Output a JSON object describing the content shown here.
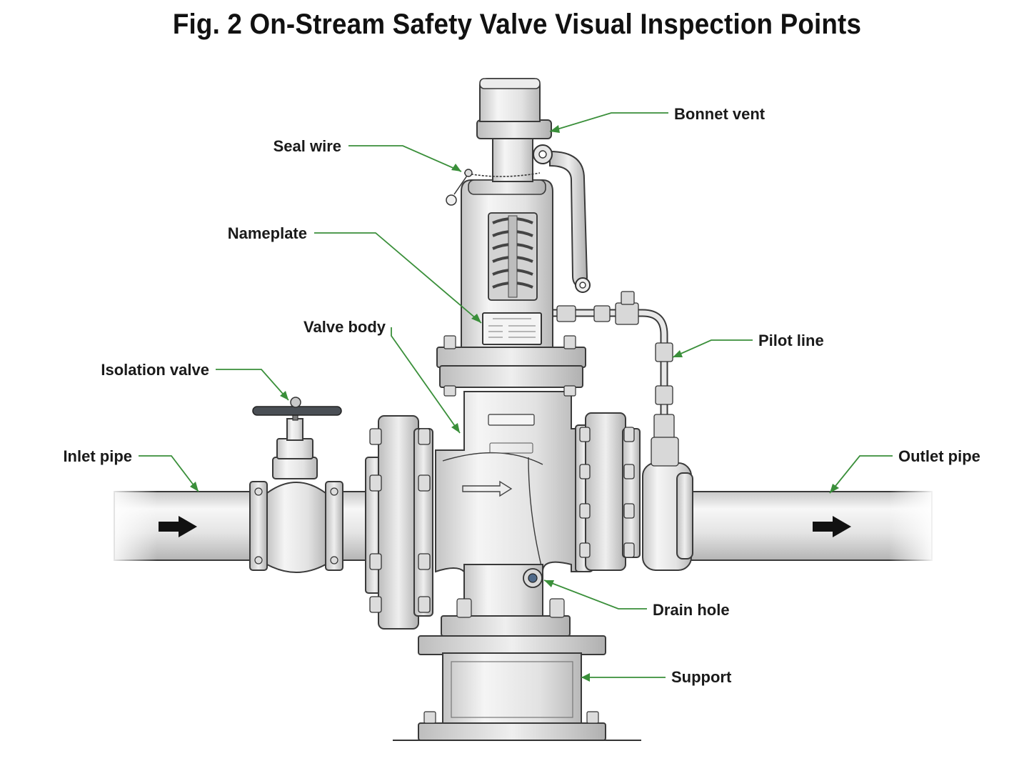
{
  "title": "Fig. 2   On-Stream Safety Valve Visual Inspection Points",
  "colors": {
    "leader": "#3a8f3a",
    "metal_light": "#f2f2f2",
    "metal_mid": "#d6d6d6",
    "metal_dark": "#9a9a9a",
    "handwheel": "#4a4f55",
    "arrow": "#111111"
  },
  "labels": {
    "bonnet_vent": "Bonnet vent",
    "seal_wire": "Seal wire",
    "nameplate": "Nameplate",
    "valve_body": "Valve body",
    "isolation_valve": "Isolation valve",
    "pilot_line": "Pilot line",
    "inlet_pipe": "Inlet pipe",
    "outlet_pipe": "Outlet pipe",
    "drain_hole": "Drain hole",
    "support": "Support"
  }
}
